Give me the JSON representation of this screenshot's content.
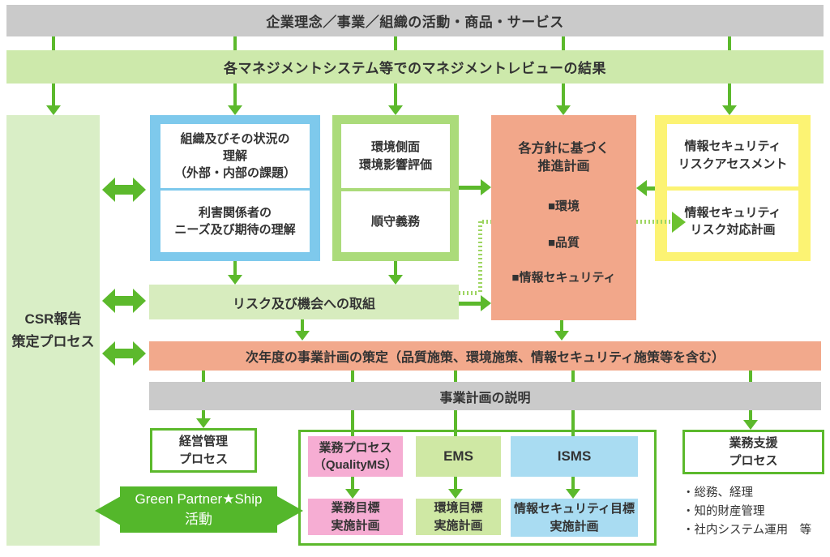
{
  "header": {
    "philosophy": "企業理念／事業／組織の活動・商品・サービス",
    "review": "各マネジメントシステム等でのマネジメントレビューの結果"
  },
  "csr": {
    "label": "CSR報告\n策定プロセス"
  },
  "context_box": {
    "understanding": "組織及びその状況の\n理解\n（外部・内部の課題）",
    "stakeholders": "利害関係者の\nニーズ及び期待の理解"
  },
  "env_box": {
    "aspects": "環境側面\n環境影響評価",
    "compliance": "順守義務"
  },
  "policy_box": {
    "title": "各方針に基づく\n推進計画",
    "items": [
      "■環境",
      "■品質",
      "■情報セキュリティ"
    ]
  },
  "infosec_box": {
    "assessment": "情報セキュリティ\nリスクアセスメント",
    "response": "情報セキュリティ\nリスク対応計画"
  },
  "bars": {
    "risk": "リスク及び機会への取組",
    "plan": "次年度の事業計画の策定（品質施策、環境施策、情報セキュリティ施策等を含む）",
    "explain": "事業計画の説明"
  },
  "bottom": {
    "management": "経営管理\nプロセス",
    "green_partner": "Green Partner★Ship\n活動",
    "quality_ms": "業務プロセス\n（QualityMS）",
    "ems": "EMS",
    "isms": "ISMS",
    "quality_goal": "業務目標\n実施計画",
    "env_goal": "環境目標\n実施計画",
    "isms_goal": "情報セキュリティ目標\n実施計画",
    "support": "業務支援\nプロセス",
    "support_notes": [
      "・総務、経理",
      "・知的財産管理",
      "・社内システム運用　等"
    ]
  },
  "colors": {
    "arrow_green": "#5cb92c",
    "pale_green": "#d7ecbe",
    "review_green": "#cde9ab",
    "csr_green": "#d9eec6",
    "context_blue": "#7ec9ec",
    "env_border_green": "#abdb7a",
    "salmon": "#f2a78a",
    "yellow": "#fcf373",
    "gray": "#cacaca",
    "pink": "#f6add3",
    "ems_green": "#cfe8a4",
    "isms_blue": "#a9dcf2",
    "vivid_green": "#54b72b",
    "dotted_green": "#9ed562"
  }
}
